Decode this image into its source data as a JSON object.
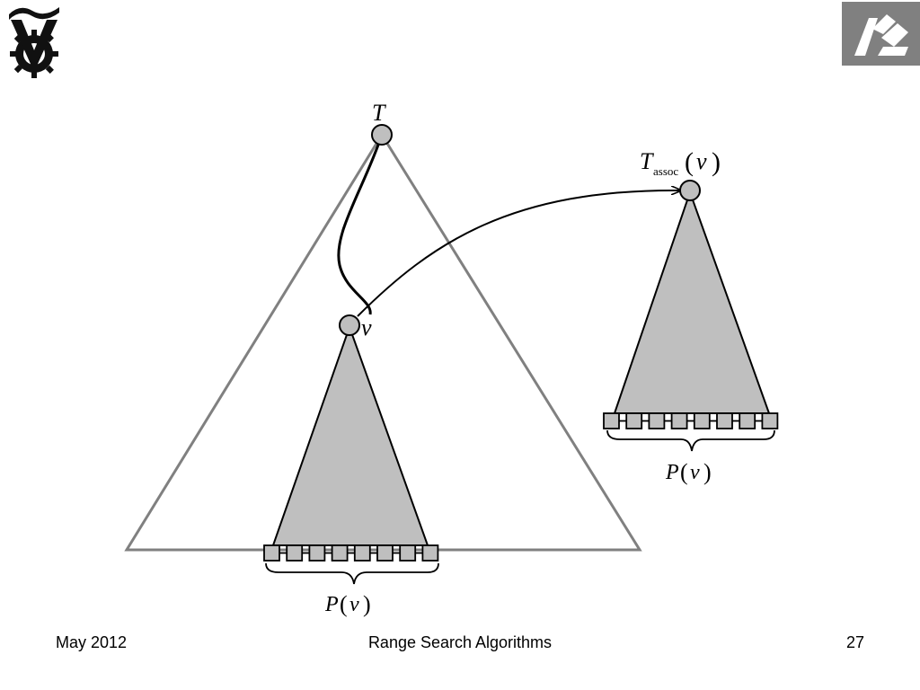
{
  "colors": {
    "outline": "#808080",
    "fill": "#bfbfbf",
    "node": "#bfbfbf",
    "stroke": "#000000",
    "logo_right_bg": "#808080"
  },
  "logos": {
    "left": {
      "name": "technion-logo-icon"
    },
    "right": {
      "name": "hebrew-letter-logo-icon"
    }
  },
  "diagram": {
    "root_label": "T",
    "node_v_label": "ν",
    "assoc_label_main": "T",
    "assoc_label_sub": "assoc",
    "assoc_label_arg_open": "(",
    "assoc_label_arg": "ν",
    "assoc_label_arg_close": ")",
    "leaf_set_label_P": "P",
    "leaf_set_label_open": "(",
    "leaf_set_label_arg": "ν",
    "leaf_set_label_close": ")",
    "leaf_count": 8
  },
  "footer": {
    "date": "May 2012",
    "title": "Range Search Algorithms",
    "page": "27"
  }
}
